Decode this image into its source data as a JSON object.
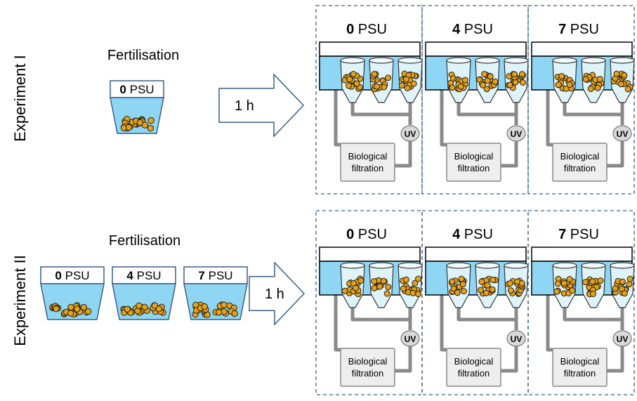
{
  "experiments": [
    {
      "label": "Experiment I",
      "fertilisation": "Fertilisation",
      "beakers": [
        {
          "num": "0",
          "unit": "PSU"
        }
      ],
      "arrow": "1 h",
      "tanks": [
        {
          "num": "0",
          "unit": "PSU",
          "uv": "UV",
          "filter": [
            "Biological",
            "filtration"
          ]
        },
        {
          "num": "4",
          "unit": "PSU",
          "uv": "UV",
          "filter": [
            "Biological",
            "filtration"
          ]
        },
        {
          "num": "7",
          "unit": "PSU",
          "uv": "UV",
          "filter": [
            "Biological",
            "filtration"
          ]
        }
      ]
    },
    {
      "label": "Experiment II",
      "fertilisation": "Fertilisation",
      "beakers": [
        {
          "num": "0",
          "unit": "PSU"
        },
        {
          "num": "4",
          "unit": "PSU"
        },
        {
          "num": "7",
          "unit": "PSU"
        }
      ],
      "arrow": "1 h",
      "tanks": [
        {
          "num": "0",
          "unit": "PSU",
          "uv": "UV",
          "filter": [
            "Biological",
            "filtration"
          ]
        },
        {
          "num": "4",
          "unit": "PSU",
          "uv": "UV",
          "filter": [
            "Biological",
            "filtration"
          ]
        },
        {
          "num": "7",
          "unit": "PSU",
          "uv": "UV",
          "filter": [
            "Biological",
            "filtration"
          ]
        }
      ]
    }
  ],
  "colors": {
    "water": "#8fd6f4",
    "outline": "#3b5f86",
    "egg": "#e6a115",
    "pipe": "#8a8a8a",
    "dashed_border": "#3a5f8a",
    "filter_fill": "#eeeeee"
  }
}
